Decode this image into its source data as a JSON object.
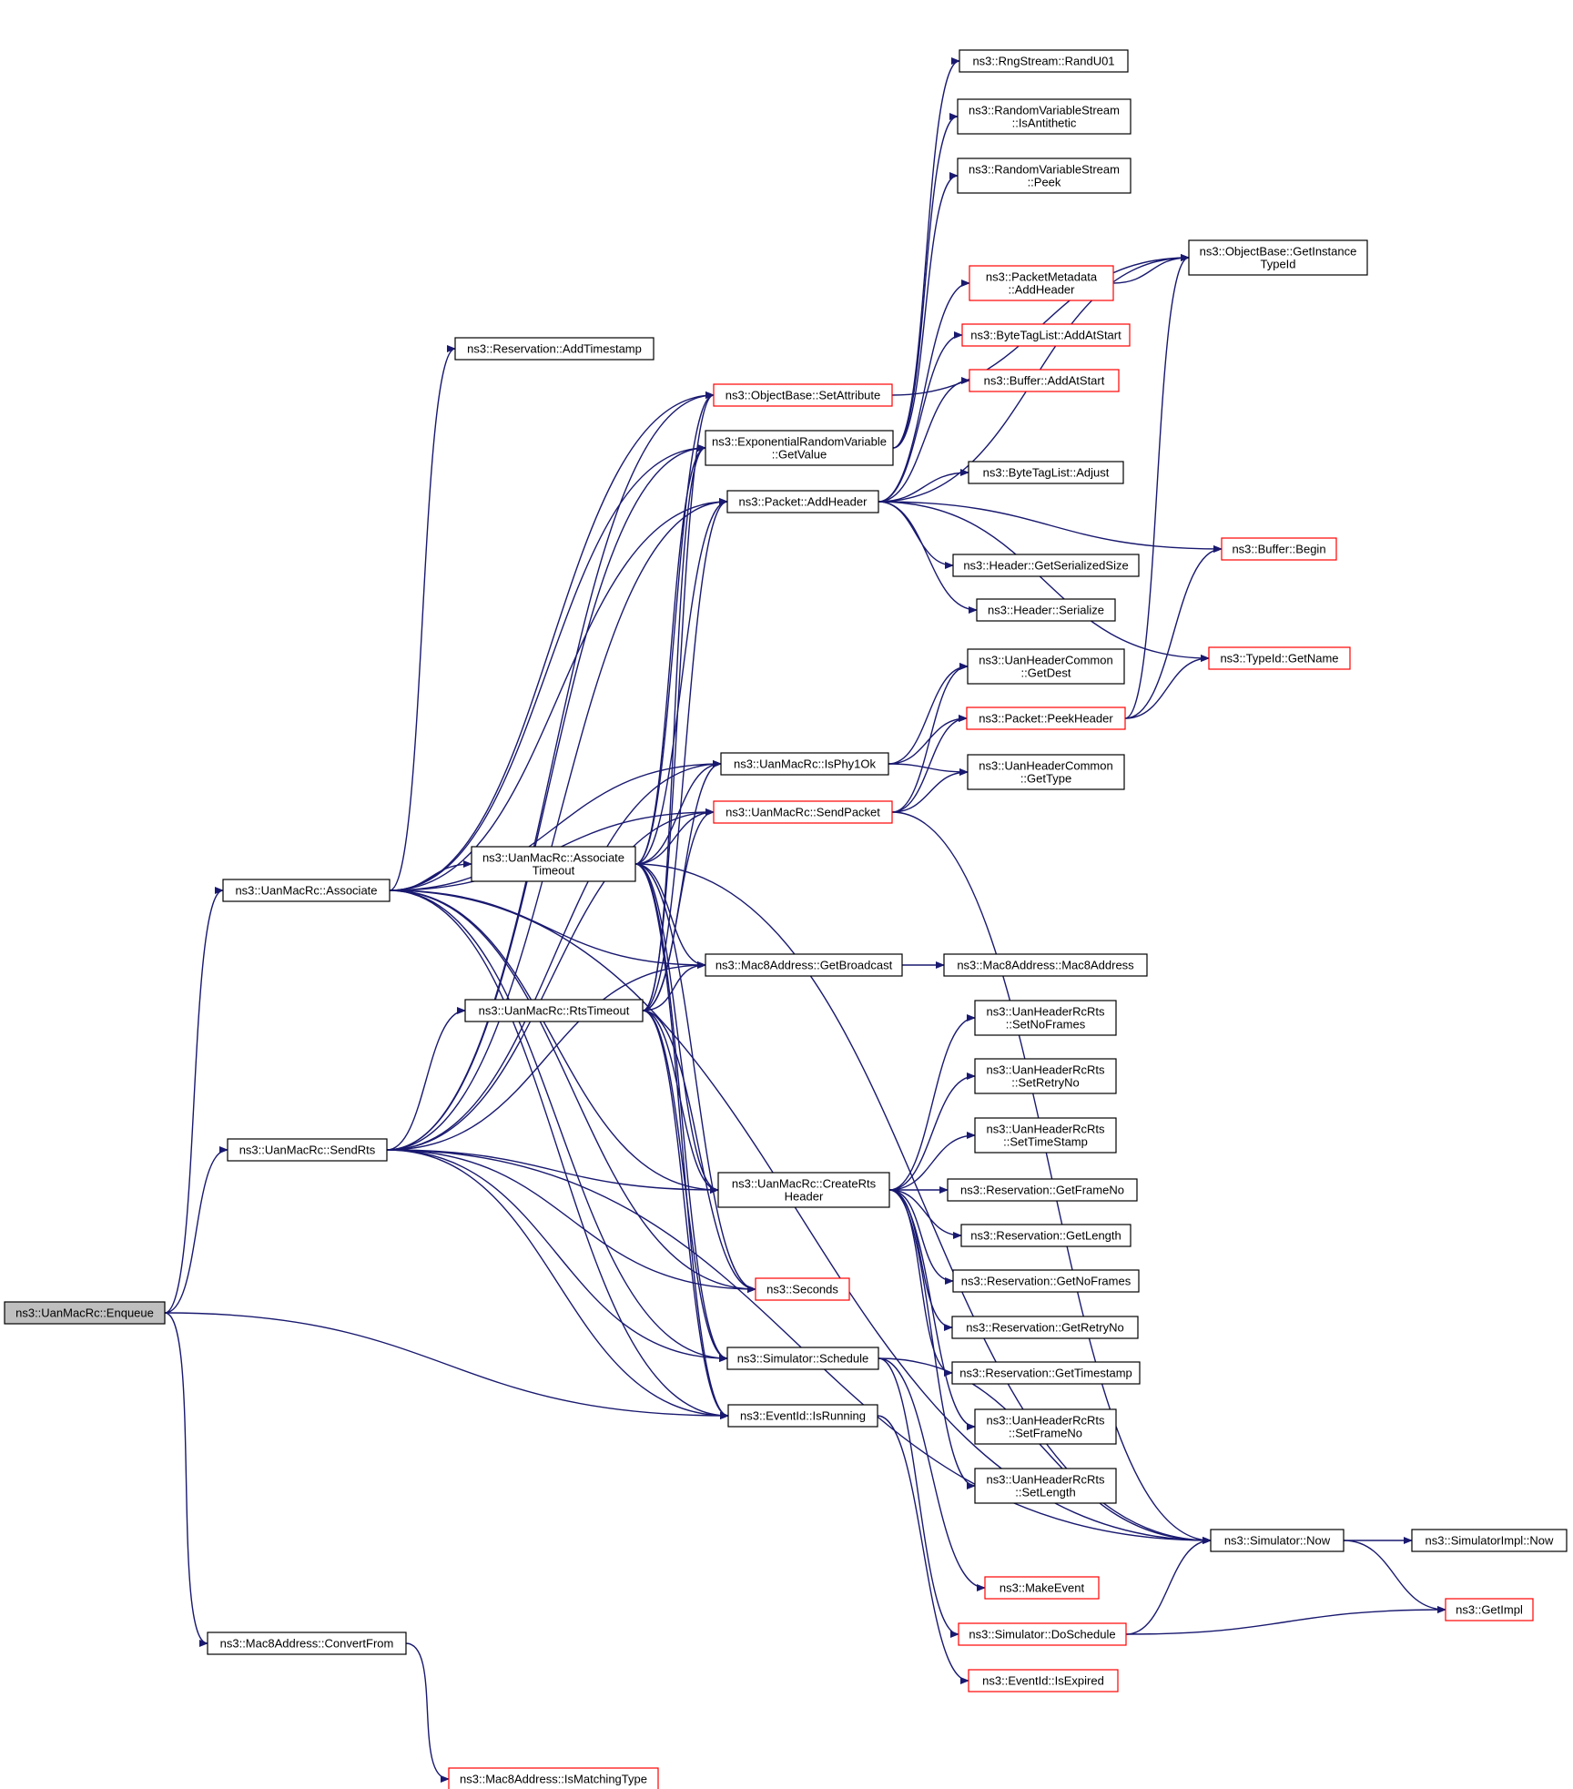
{
  "colors": {
    "edge": "#191970",
    "border_default": "#000000",
    "border_truncated": "#ff0000",
    "root_fill": "#bfbfbf"
  },
  "nodes": [
    {
      "id": "enqueue",
      "lines": [
        "ns3::UanMacRc::Enqueue"
      ],
      "root": true
    },
    {
      "id": "associate",
      "lines": [
        "ns3::UanMacRc::Associate"
      ]
    },
    {
      "id": "sendrts",
      "lines": [
        "ns3::UanMacRc::SendRts"
      ]
    },
    {
      "id": "convertfrom",
      "lines": [
        "ns3::Mac8Address::ConvertFrom"
      ]
    },
    {
      "id": "ismatchingtype",
      "lines": [
        "ns3::Mac8Address::IsMatchingType"
      ],
      "red": true
    },
    {
      "id": "addtimestamp",
      "lines": [
        "ns3::Reservation::AddTimestamp"
      ]
    },
    {
      "id": "setattribute",
      "lines": [
        "ns3::ObjectBase::SetAttribute"
      ],
      "red": true
    },
    {
      "id": "expgetvalue",
      "lines": [
        "ns3::ExponentialRandomVariable",
        "::GetValue"
      ]
    },
    {
      "id": "packetaddheader",
      "lines": [
        "ns3::Packet::AddHeader"
      ]
    },
    {
      "id": "associatetimeout",
      "lines": [
        "ns3::UanMacRc::Associate",
        "Timeout"
      ]
    },
    {
      "id": "rtstimeout",
      "lines": [
        "ns3::UanMacRc::RtsTimeout"
      ]
    },
    {
      "id": "isphy1ok",
      "lines": [
        "ns3::UanMacRc::IsPhy1Ok"
      ]
    },
    {
      "id": "sendpacket",
      "lines": [
        "ns3::UanMacRc::SendPacket"
      ],
      "red": true
    },
    {
      "id": "getbroadcast",
      "lines": [
        "ns3::Mac8Address::GetBroadcast"
      ]
    },
    {
      "id": "creatrtsheader",
      "lines": [
        "ns3::UanMacRc::CreateRts",
        "Header"
      ]
    },
    {
      "id": "seconds",
      "lines": [
        "ns3::Seconds"
      ],
      "red": true
    },
    {
      "id": "schedule",
      "lines": [
        "ns3::Simulator::Schedule"
      ]
    },
    {
      "id": "isrunning",
      "lines": [
        "ns3::EventId::IsRunning"
      ]
    },
    {
      "id": "randu01",
      "lines": [
        "ns3::RngStream::RandU01"
      ]
    },
    {
      "id": "isantithetic",
      "lines": [
        "ns3::RandomVariableStream",
        "::IsAntithetic"
      ]
    },
    {
      "id": "peek",
      "lines": [
        "ns3::RandomVariableStream",
        "::Peek"
      ]
    },
    {
      "id": "pmaddheader",
      "lines": [
        "ns3::PacketMetadata",
        "::AddHeader"
      ],
      "red": true
    },
    {
      "id": "btladdatstart",
      "lines": [
        "ns3::ByteTagList::AddAtStart"
      ],
      "red": true
    },
    {
      "id": "bufaddatstart",
      "lines": [
        "ns3::Buffer::AddAtStart"
      ],
      "red": true
    },
    {
      "id": "btladjust",
      "lines": [
        "ns3::ByteTagList::Adjust"
      ]
    },
    {
      "id": "getserializedsize",
      "lines": [
        "ns3::Header::GetSerializedSize"
      ]
    },
    {
      "id": "serialize",
      "lines": [
        "ns3::Header::Serialize"
      ]
    },
    {
      "id": "getdest",
      "lines": [
        "ns3::UanHeaderCommon",
        "::GetDest"
      ]
    },
    {
      "id": "peekheader",
      "lines": [
        "ns3::Packet::PeekHeader"
      ],
      "red": true
    },
    {
      "id": "gettype",
      "lines": [
        "ns3::UanHeaderCommon",
        "::GetType"
      ]
    },
    {
      "id": "mac8address",
      "lines": [
        "ns3::Mac8Address::Mac8Address"
      ]
    },
    {
      "id": "setnoframes",
      "lines": [
        "ns3::UanHeaderRcRts",
        "::SetNoFrames"
      ]
    },
    {
      "id": "setretryno",
      "lines": [
        "ns3::UanHeaderRcRts",
        "::SetRetryNo"
      ]
    },
    {
      "id": "settimestamp",
      "lines": [
        "ns3::UanHeaderRcRts",
        "::SetTimeStamp"
      ]
    },
    {
      "id": "getframeno",
      "lines": [
        "ns3::Reservation::GetFrameNo"
      ]
    },
    {
      "id": "getlength",
      "lines": [
        "ns3::Reservation::GetLength"
      ]
    },
    {
      "id": "getnoframes",
      "lines": [
        "ns3::Reservation::GetNoFrames"
      ]
    },
    {
      "id": "getretryno",
      "lines": [
        "ns3::Reservation::GetRetryNo"
      ]
    },
    {
      "id": "gettimestamp",
      "lines": [
        "ns3::Reservation::GetTimestamp"
      ]
    },
    {
      "id": "setframeno",
      "lines": [
        "ns3::UanHeaderRcRts",
        "::SetFrameNo"
      ]
    },
    {
      "id": "setlength",
      "lines": [
        "ns3::UanHeaderRcRts",
        "::SetLength"
      ]
    },
    {
      "id": "makeevent",
      "lines": [
        "ns3::MakeEvent"
      ],
      "red": true
    },
    {
      "id": "doschedule",
      "lines": [
        "ns3::Simulator::DoSchedule"
      ],
      "red": true
    },
    {
      "id": "isexpired",
      "lines": [
        "ns3::EventId::IsExpired"
      ],
      "red": true
    },
    {
      "id": "getinstancetypeid",
      "lines": [
        "ns3::ObjectBase::GetInstance",
        "TypeId"
      ]
    },
    {
      "id": "bufbegin",
      "lines": [
        "ns3::Buffer::Begin"
      ],
      "red": true
    },
    {
      "id": "getname",
      "lines": [
        "ns3::TypeId::GetName"
      ],
      "red": true
    },
    {
      "id": "simnow",
      "lines": [
        "ns3::Simulator::Now"
      ]
    },
    {
      "id": "simimplnow",
      "lines": [
        "ns3::SimulatorImpl::Now"
      ]
    },
    {
      "id": "getimpl",
      "lines": [
        "ns3::GetImpl"
      ],
      "red": true
    }
  ],
  "edges": [
    [
      "enqueue",
      "associate"
    ],
    [
      "enqueue",
      "sendrts"
    ],
    [
      "enqueue",
      "isrunning"
    ],
    [
      "enqueue",
      "convertfrom"
    ],
    [
      "convertfrom",
      "ismatchingtype"
    ],
    [
      "associate",
      "addtimestamp"
    ],
    [
      "associate",
      "setattribute"
    ],
    [
      "associate",
      "expgetvalue"
    ],
    [
      "associate",
      "packetaddheader"
    ],
    [
      "associate",
      "isphy1ok"
    ],
    [
      "associate",
      "sendpacket"
    ],
    [
      "associate",
      "associatetimeout"
    ],
    [
      "associate",
      "getbroadcast"
    ],
    [
      "associate",
      "creatrtsheader"
    ],
    [
      "associate",
      "seconds"
    ],
    [
      "associate",
      "schedule"
    ],
    [
      "associate",
      "isrunning"
    ],
    [
      "associate",
      "simnow"
    ],
    [
      "sendrts",
      "setattribute"
    ],
    [
      "sendrts",
      "expgetvalue"
    ],
    [
      "sendrts",
      "packetaddheader"
    ],
    [
      "sendrts",
      "isphy1ok"
    ],
    [
      "sendrts",
      "sendpacket"
    ],
    [
      "sendrts",
      "rtstimeout"
    ],
    [
      "sendrts",
      "getbroadcast"
    ],
    [
      "sendrts",
      "creatrtsheader"
    ],
    [
      "sendrts",
      "seconds"
    ],
    [
      "sendrts",
      "schedule"
    ],
    [
      "sendrts",
      "isrunning"
    ],
    [
      "sendrts",
      "simnow"
    ],
    [
      "associatetimeout",
      "setattribute"
    ],
    [
      "associatetimeout",
      "expgetvalue"
    ],
    [
      "associatetimeout",
      "packetaddheader"
    ],
    [
      "associatetimeout",
      "isphy1ok"
    ],
    [
      "associatetimeout",
      "sendpacket"
    ],
    [
      "associatetimeout",
      "getbroadcast"
    ],
    [
      "associatetimeout",
      "creatrtsheader"
    ],
    [
      "associatetimeout",
      "seconds"
    ],
    [
      "associatetimeout",
      "schedule"
    ],
    [
      "associatetimeout",
      "isrunning"
    ],
    [
      "associatetimeout",
      "simnow"
    ],
    [
      "rtstimeout",
      "setattribute"
    ],
    [
      "rtstimeout",
      "expgetvalue"
    ],
    [
      "rtstimeout",
      "packetaddheader"
    ],
    [
      "rtstimeout",
      "isphy1ok"
    ],
    [
      "rtstimeout",
      "sendpacket"
    ],
    [
      "rtstimeout",
      "getbroadcast"
    ],
    [
      "rtstimeout",
      "creatrtsheader"
    ],
    [
      "rtstimeout",
      "seconds"
    ],
    [
      "rtstimeout",
      "schedule"
    ],
    [
      "rtstimeout",
      "isrunning"
    ],
    [
      "setattribute",
      "getinstancetypeid"
    ],
    [
      "expgetvalue",
      "randu01"
    ],
    [
      "expgetvalue",
      "isantithetic"
    ],
    [
      "expgetvalue",
      "peek"
    ],
    [
      "packetaddheader",
      "getinstancetypeid"
    ],
    [
      "packetaddheader",
      "pmaddheader"
    ],
    [
      "packetaddheader",
      "btladdatstart"
    ],
    [
      "packetaddheader",
      "bufaddatstart"
    ],
    [
      "packetaddheader",
      "btladjust"
    ],
    [
      "packetaddheader",
      "bufbegin"
    ],
    [
      "packetaddheader",
      "getserializedsize"
    ],
    [
      "packetaddheader",
      "serialize"
    ],
    [
      "packetaddheader",
      "getname"
    ],
    [
      "pmaddheader",
      "getinstancetypeid"
    ],
    [
      "isphy1ok",
      "getdest"
    ],
    [
      "isphy1ok",
      "peekheader"
    ],
    [
      "isphy1ok",
      "gettype"
    ],
    [
      "sendpacket",
      "getdest"
    ],
    [
      "sendpacket",
      "peekheader"
    ],
    [
      "sendpacket",
      "gettype"
    ],
    [
      "sendpacket",
      "simnow"
    ],
    [
      "peekheader",
      "getinstancetypeid"
    ],
    [
      "peekheader",
      "bufbegin"
    ],
    [
      "peekheader",
      "getname"
    ],
    [
      "getbroadcast",
      "mac8address"
    ],
    [
      "creatrtsheader",
      "setnoframes"
    ],
    [
      "creatrtsheader",
      "setretryno"
    ],
    [
      "creatrtsheader",
      "settimestamp"
    ],
    [
      "creatrtsheader",
      "getframeno"
    ],
    [
      "creatrtsheader",
      "getlength"
    ],
    [
      "creatrtsheader",
      "getnoframes"
    ],
    [
      "creatrtsheader",
      "getretryno"
    ],
    [
      "creatrtsheader",
      "gettimestamp"
    ],
    [
      "creatrtsheader",
      "setframeno"
    ],
    [
      "creatrtsheader",
      "setlength"
    ],
    [
      "schedule",
      "simnow"
    ],
    [
      "schedule",
      "makeevent"
    ],
    [
      "schedule",
      "doschedule"
    ],
    [
      "isrunning",
      "isexpired"
    ],
    [
      "doschedule",
      "simnow"
    ],
    [
      "doschedule",
      "getimpl"
    ],
    [
      "simnow",
      "simimplnow"
    ],
    [
      "simnow",
      "getimpl"
    ]
  ]
}
